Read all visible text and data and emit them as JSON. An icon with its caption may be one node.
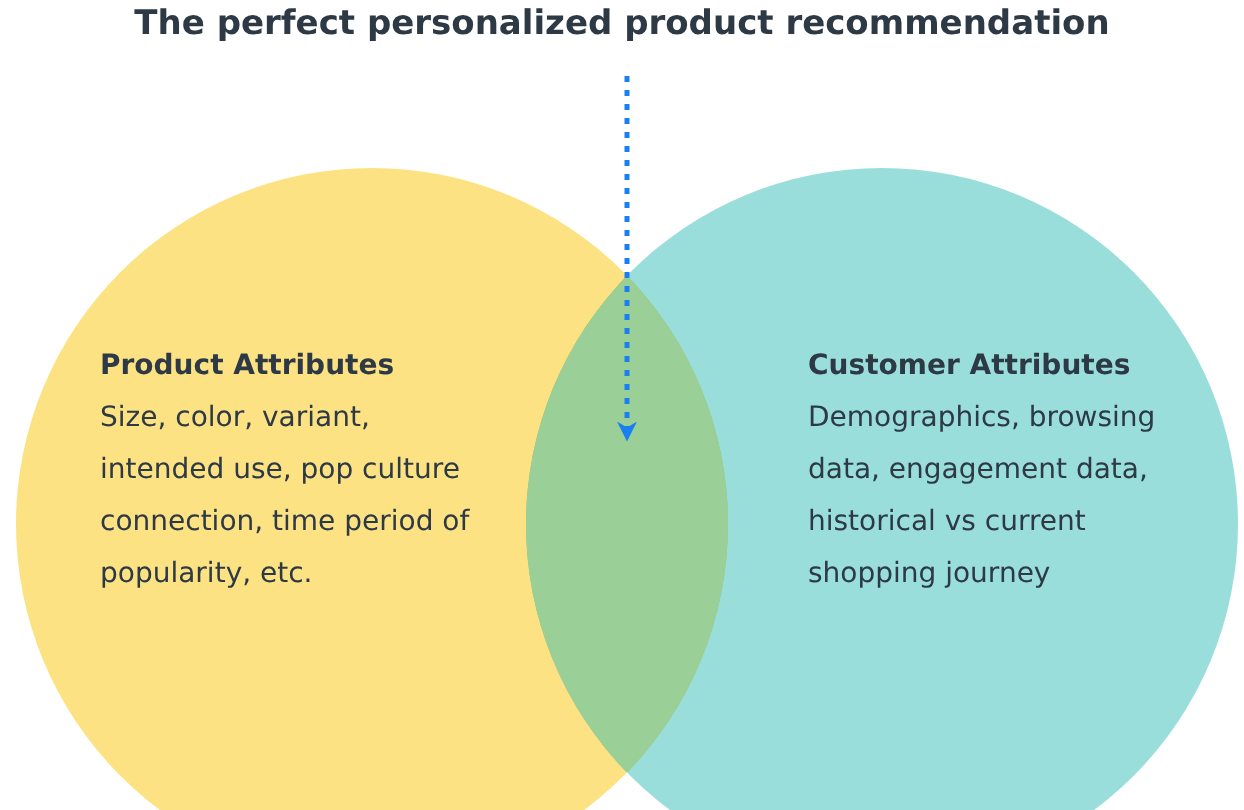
{
  "diagram": {
    "title": "The perfect personalized product recommendation",
    "nodes": [
      {
        "text": [
          "Product Attributes",
          "Size, color, variant, intended use, pop culture connection, time period of popularity, etc."
        ]
      },
      {
        "text": [
          "Customer Attributes",
          "Demographics, browsing data, engagement data, historical vs current shopping journey"
        ]
      },
      {
        "text": [],
        "shape": "lens"
      }
    ],
    "edges": [
      {
        "from": null,
        "to": 2,
        "arrow": "to",
        "style": "dashed",
        "color": "#1a7ff0"
      }
    ]
  }
}
